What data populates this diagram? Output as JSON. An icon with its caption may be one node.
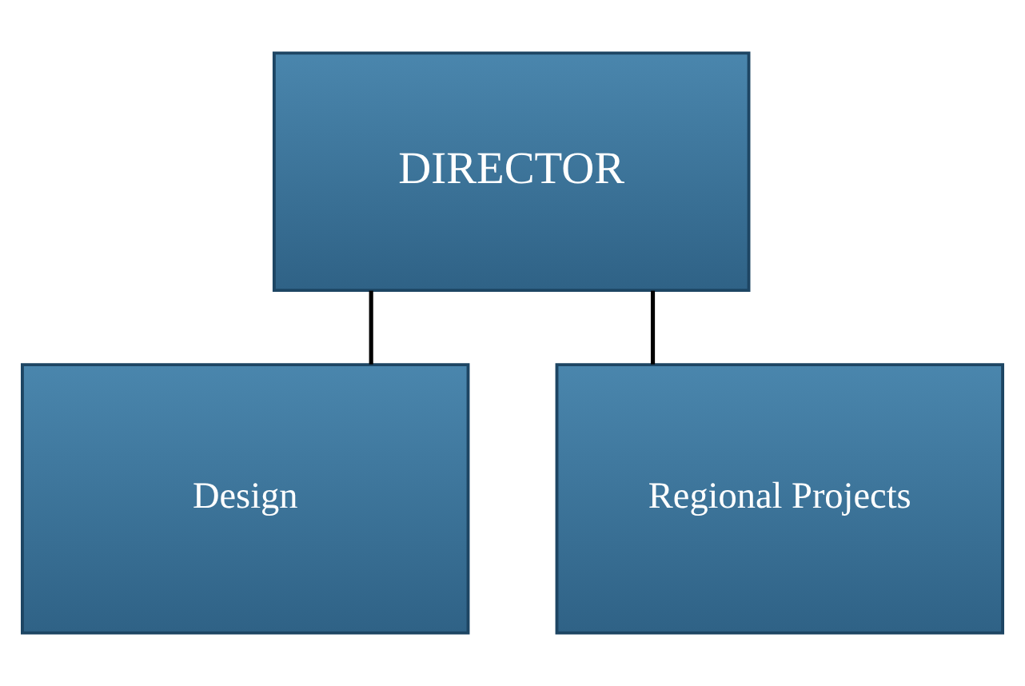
{
  "diagram": {
    "nodes": [
      {
        "text": [
          "DIRECTOR"
        ]
      },
      {
        "text": [
          "Design"
        ]
      },
      {
        "text": [
          "Regional Projects"
        ]
      }
    ],
    "edges": [
      {
        "from": 0,
        "to": 1,
        "arrow": "none"
      },
      {
        "from": 0,
        "to": 2,
        "arrow": "none"
      }
    ]
  }
}
